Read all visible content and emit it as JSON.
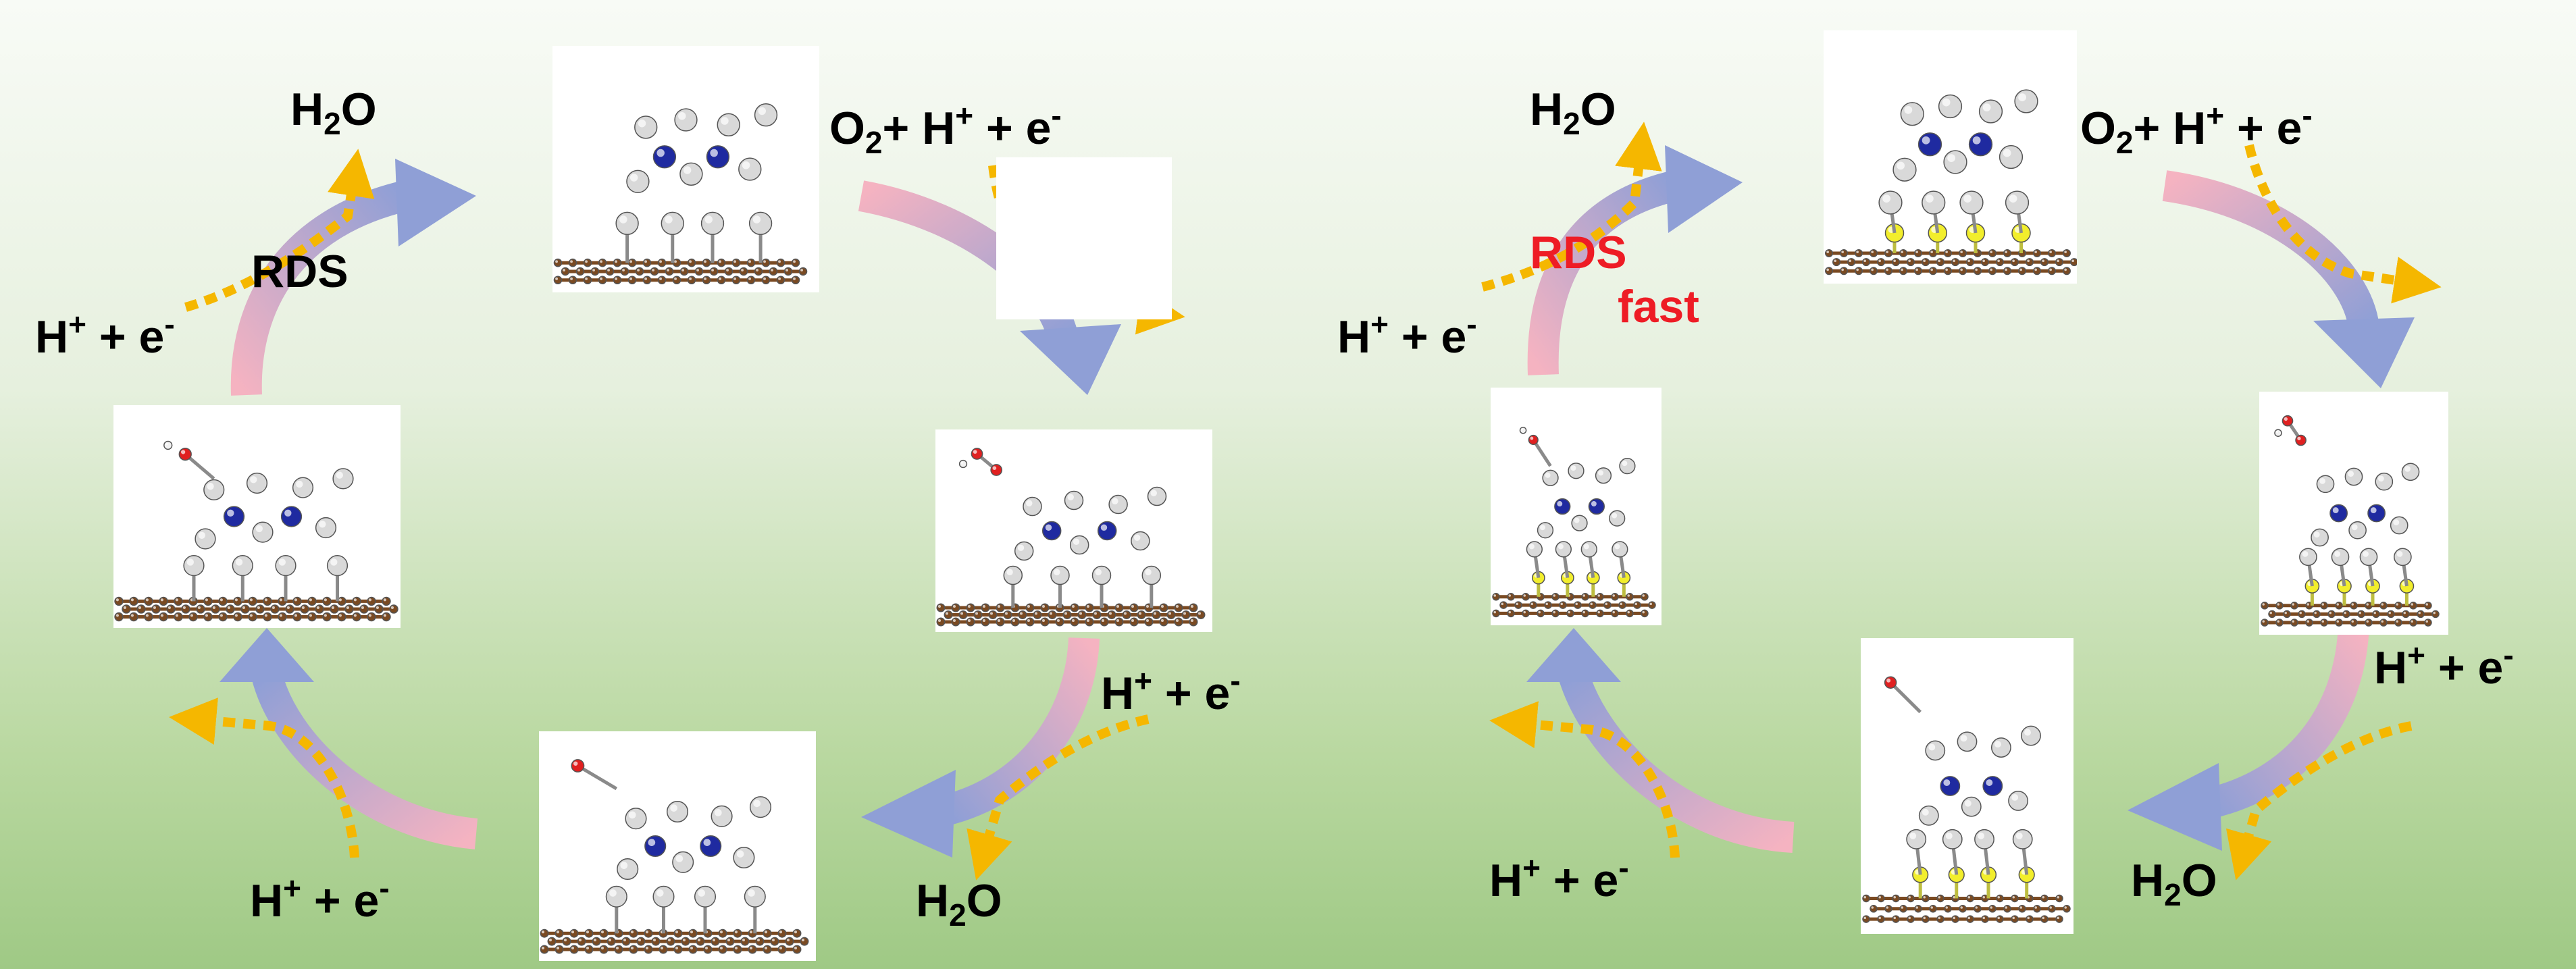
{
  "cycle_left": {
    "label_h2o_top": [
      "H",
      "2",
      "O"
    ],
    "label_o2_h_e": [
      "O",
      "2",
      "+ H",
      "+",
      " + e",
      "-"
    ],
    "label_h_e_left": [
      "H",
      "+",
      " + e",
      "-"
    ],
    "label_rds": "RDS",
    "label_h_e_right": [
      "H",
      "+",
      " + e",
      "-"
    ],
    "label_h2o_bottom": [
      "H",
      "2",
      "O"
    ],
    "label_h_e_bottom": [
      "H",
      "+",
      " + e",
      "-"
    ]
  },
  "cycle_right": {
    "label_h2o_top": [
      "H",
      "2",
      "O"
    ],
    "label_o2_h_e": [
      "O",
      "2",
      "+ H",
      "+",
      " + e",
      "-"
    ],
    "label_h_e_left": [
      "H",
      "+",
      " + e",
      "-"
    ],
    "label_rds": "RDS",
    "label_fast": "fast",
    "label_h_e_right": [
      "H",
      "+",
      " + e",
      "-"
    ],
    "label_h2o_bottom": [
      "H",
      "2",
      "O"
    ],
    "label_h_e_bottom": [
      "H",
      "+",
      " + e",
      "-"
    ]
  },
  "colors": {
    "arrow_start": "#f5b3c1",
    "arrow_end": "#8f9fd6",
    "dash_arrow": "#f5b700",
    "rds_text": "#ee1c25",
    "substrate": "#7a4a22",
    "atom_metal": "#d9d9d9",
    "atom_nitrogen": "#1f2aa0",
    "atom_sulfur": "#f2ee2c",
    "atom_oxygen": "#e02020"
  },
  "icons": {
    "arrow": "curved-gradient-arrow-icon",
    "dashed": "dashed-yellow-arrow-icon",
    "structure": "atomic-structure-icon"
  }
}
